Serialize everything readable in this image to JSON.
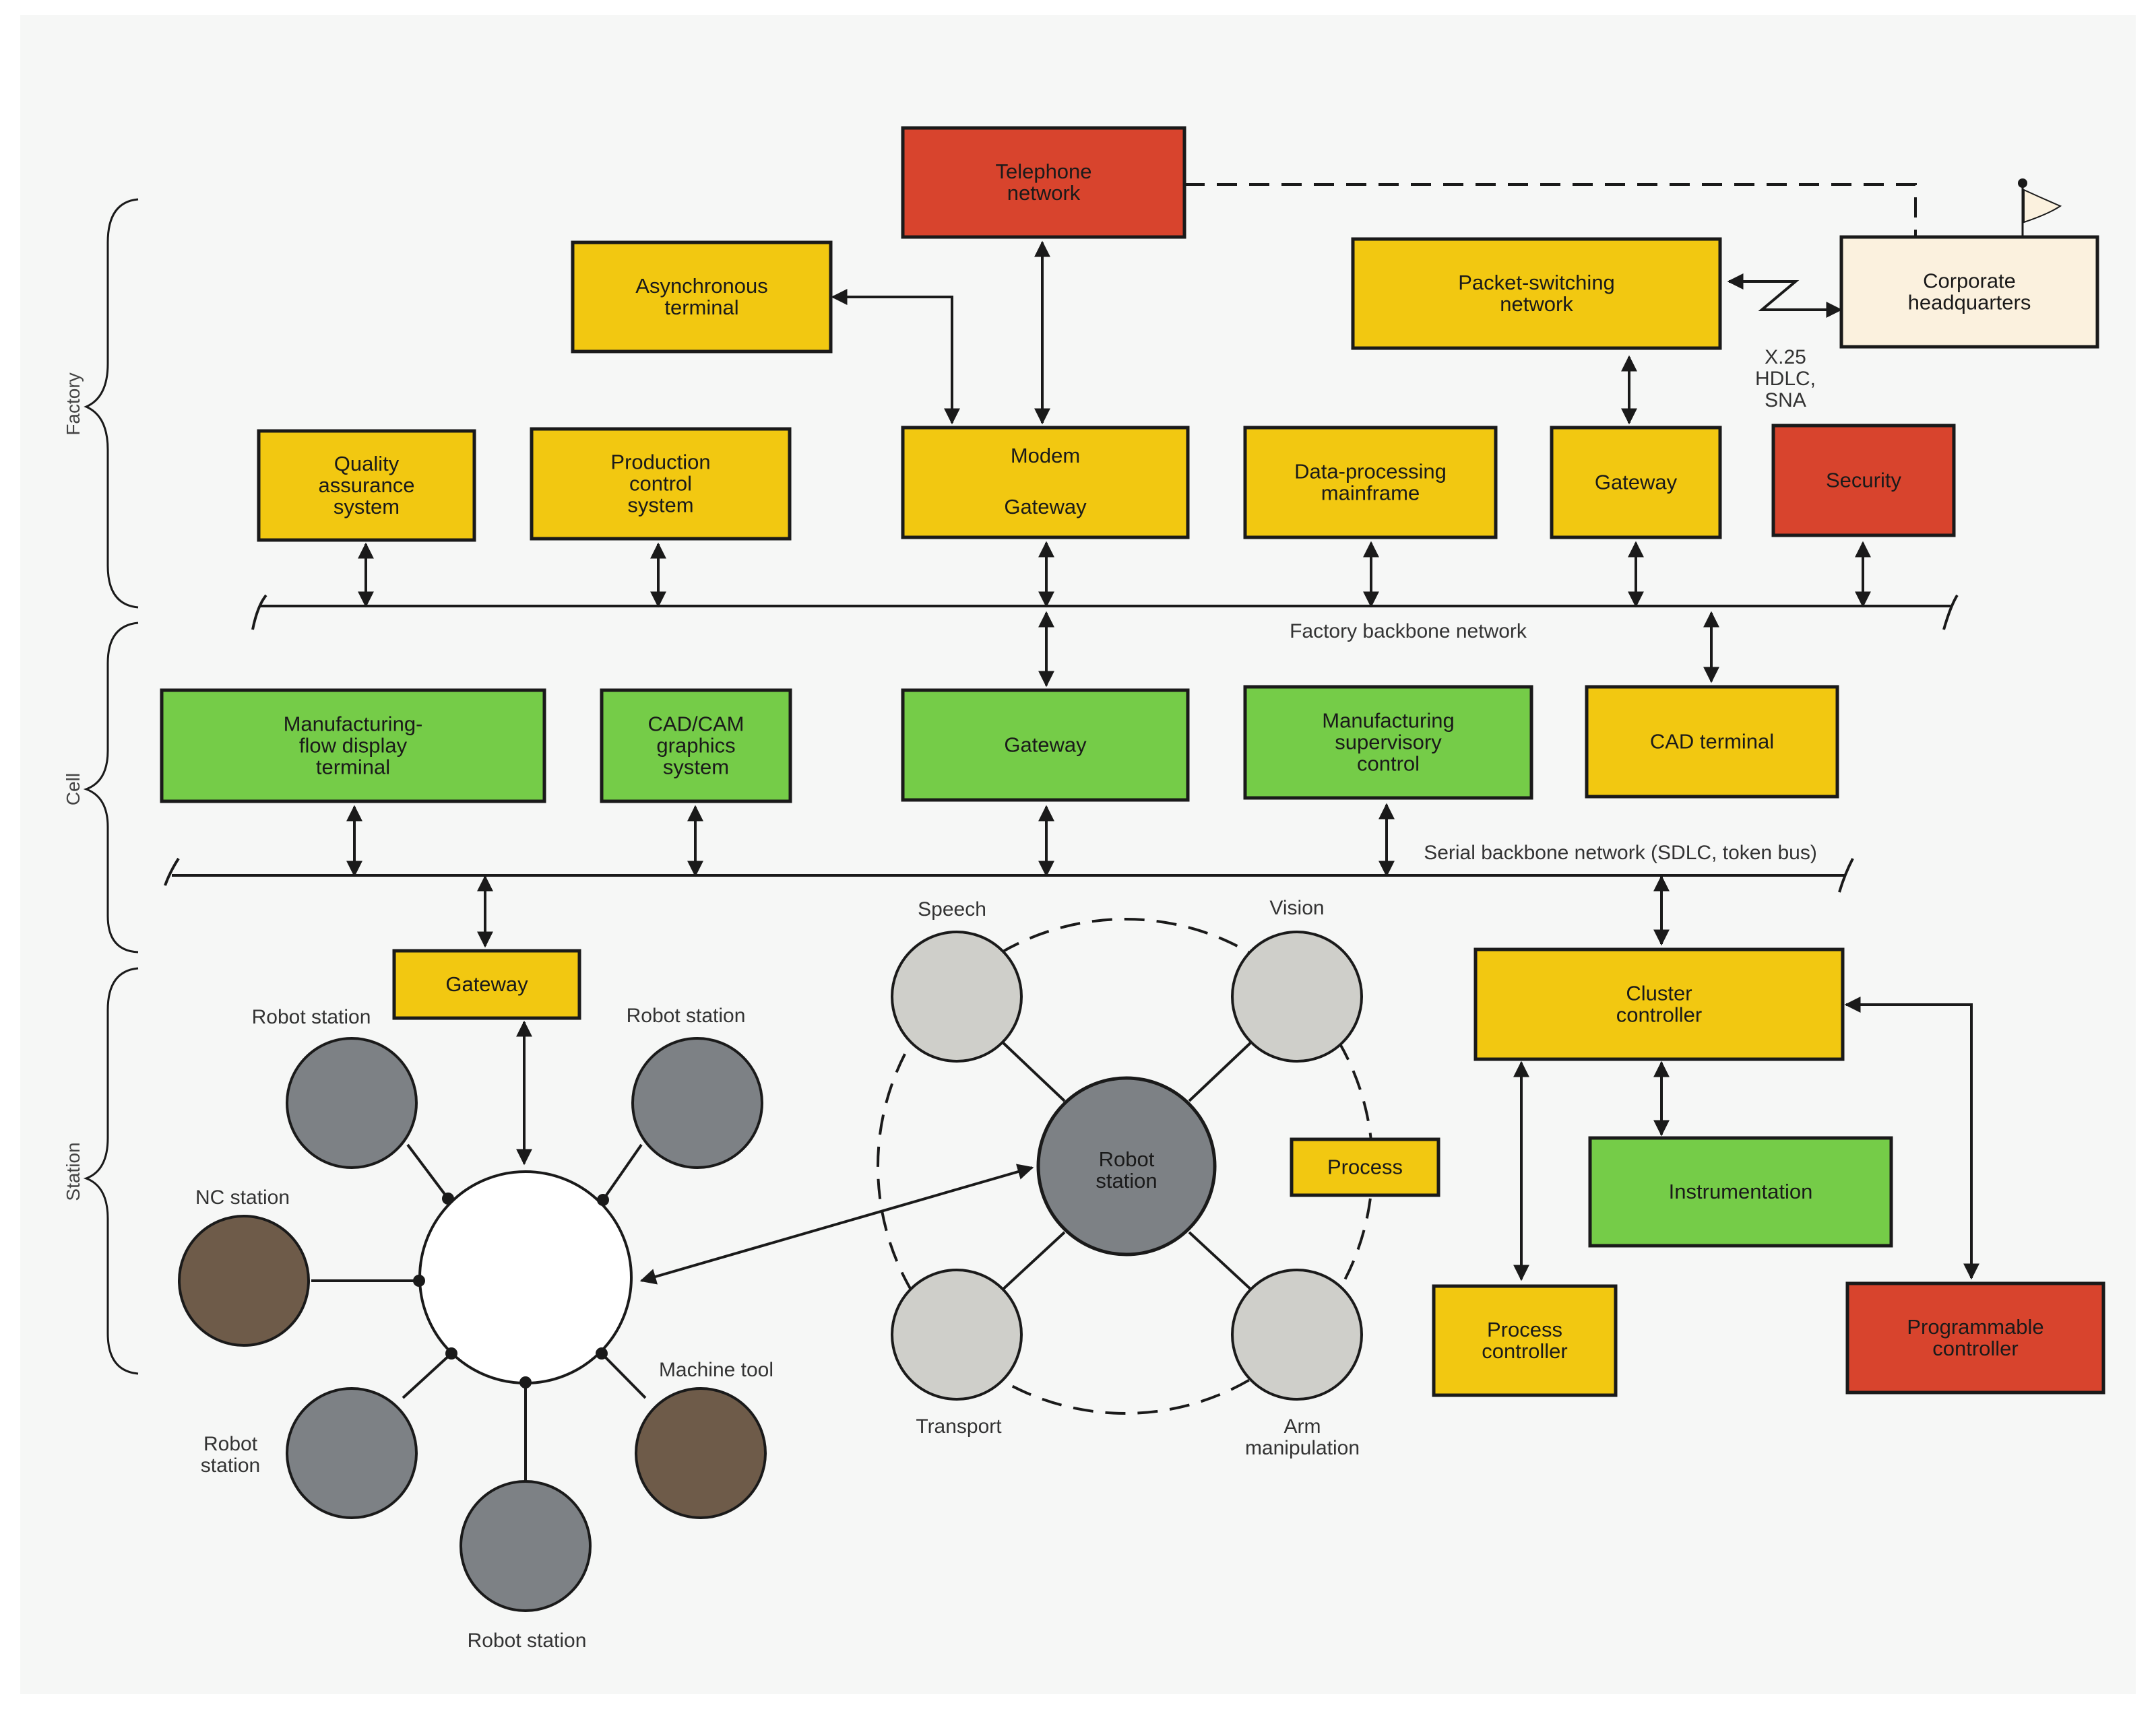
{
  "colors": {
    "background": "#f6f7f6",
    "yellow": "#f2c811",
    "red": "#d8442d",
    "green": "#75cc48",
    "cream": "#fbf1de",
    "light_gray_circle": "#cfcfca",
    "dark_gray_circle": "#7d8185",
    "brown_circle": "#6e5b49",
    "line": "#1a1a1a"
  },
  "tiers": {
    "factory": "Factory",
    "cell": "Cell",
    "station": "Station"
  },
  "boxes": {
    "telephone": [
      "Telephone",
      "network"
    ],
    "async_terminal": [
      "Asynchronous",
      "terminal"
    ],
    "packet_switching": [
      "Packet-switching",
      "network"
    ],
    "corporate_hq": [
      "Corporate",
      "headquarters"
    ],
    "quality_assurance": [
      "Quality",
      "assurance",
      "system"
    ],
    "production_control": [
      "Production",
      "control",
      "system"
    ],
    "modem_gateway": [
      "Modem",
      "Gateway"
    ],
    "data_processing": [
      "Data-processing",
      "mainframe"
    ],
    "factory_gateway": [
      "Gateway"
    ],
    "security": [
      "Security"
    ],
    "mfg_flow_display": [
      "Manufacturing-",
      "flow display",
      "terminal"
    ],
    "cad_cam": [
      "CAD/CAM",
      "graphics",
      "system"
    ],
    "cell_gateway": [
      "Gateway"
    ],
    "mfg_supervisory": [
      "Manufacturing",
      "supervisory",
      "control"
    ],
    "cad_terminal": [
      "CAD terminal"
    ],
    "station_gateway": [
      "Gateway"
    ],
    "cluster_controller": [
      "Cluster",
      "controller"
    ],
    "process": [
      "Process"
    ],
    "instrumentation": [
      "Instrumentation"
    ],
    "process_controller": [
      "Process",
      "controller"
    ],
    "programmable_controller": [
      "Programmable",
      "controller"
    ]
  },
  "network_labels": {
    "x25": [
      "X.25",
      "HDLC,",
      "SNA"
    ],
    "factory_backbone": "Factory backbone network",
    "serial_backbone": "Serial backbone network (SDLC, token bus)"
  },
  "circles": {
    "robot_center": [
      "Robot",
      "station"
    ]
  },
  "circle_labels": {
    "robot_top_left": [
      "Robot station"
    ],
    "robot_top_right": [
      "Robot station"
    ],
    "nc_station": [
      "NC station"
    ],
    "robot_bottom_left": [
      "Robot",
      "station"
    ],
    "robot_bottom": [
      "Robot station"
    ],
    "machine_tool": [
      "Machine tool"
    ],
    "speech": [
      "Speech"
    ],
    "vision": [
      "Vision"
    ],
    "transport": [
      "Transport"
    ],
    "arm": [
      "Arm",
      "manipulation"
    ]
  }
}
